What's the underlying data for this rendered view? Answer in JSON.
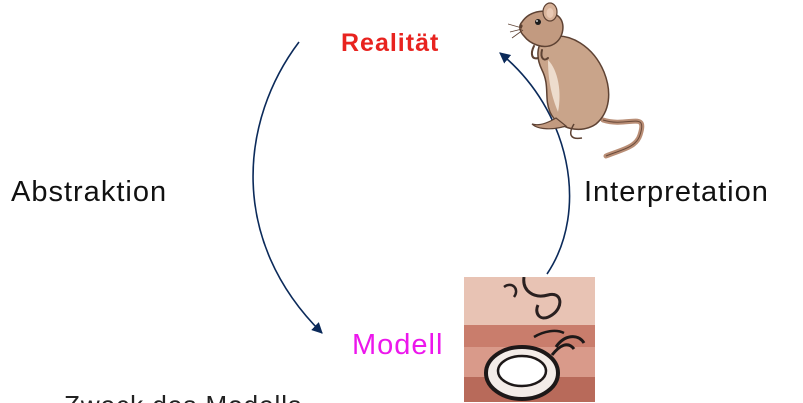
{
  "diagram": {
    "reality_label": "Realität",
    "abstraction_label": "Abstraktion",
    "interpretation_label": "Interpretation",
    "model_label": "Modell",
    "footer_text": "Zweck des Modells"
  },
  "colors": {
    "reality": "#e8231f",
    "model": "#ec17ec",
    "text": "#111111",
    "arrow": "#0b2a5a"
  },
  "images": {
    "top_right": "gerbil-illustration",
    "bottom_center": "cropped-computer-mouse-photo"
  }
}
